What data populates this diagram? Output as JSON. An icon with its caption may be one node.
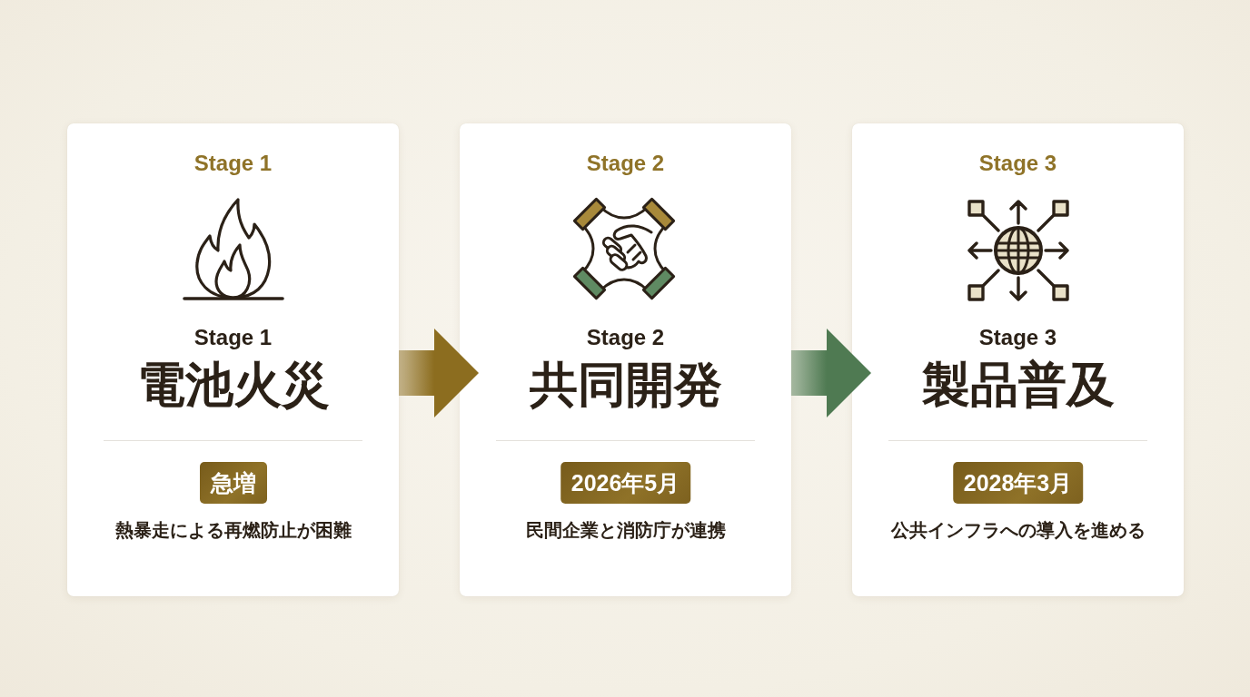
{
  "diagram": {
    "nodes": [
      {
        "text": [
          "Stage 1",
          "Stage 1",
          "電池火災",
          "熱暴走による再燃防止が困難"
        ]
      },
      {
        "text": [
          "急増"
        ],
        "in": 0
      },
      {
        "text": [
          "Stage 2",
          "Stage 2",
          "共同開発",
          "民間企業と消防庁が連携"
        ]
      },
      {
        "text": [
          "2026年5月"
        ],
        "in": 2
      },
      {
        "text": [
          "Stage 3",
          "Stage 3",
          "製品普及",
          "公共インフラへの導入を進める"
        ]
      },
      {
        "text": [
          "2028年3月"
        ],
        "in": 4
      }
    ],
    "edges": [
      {
        "from": 0,
        "to": 2,
        "arrow": "to",
        "style": "thick",
        "color": "#8c6d1f"
      },
      {
        "from": 2,
        "to": 4,
        "arrow": "to",
        "style": "thick",
        "color": "#4f7a52"
      }
    ]
  }
}
